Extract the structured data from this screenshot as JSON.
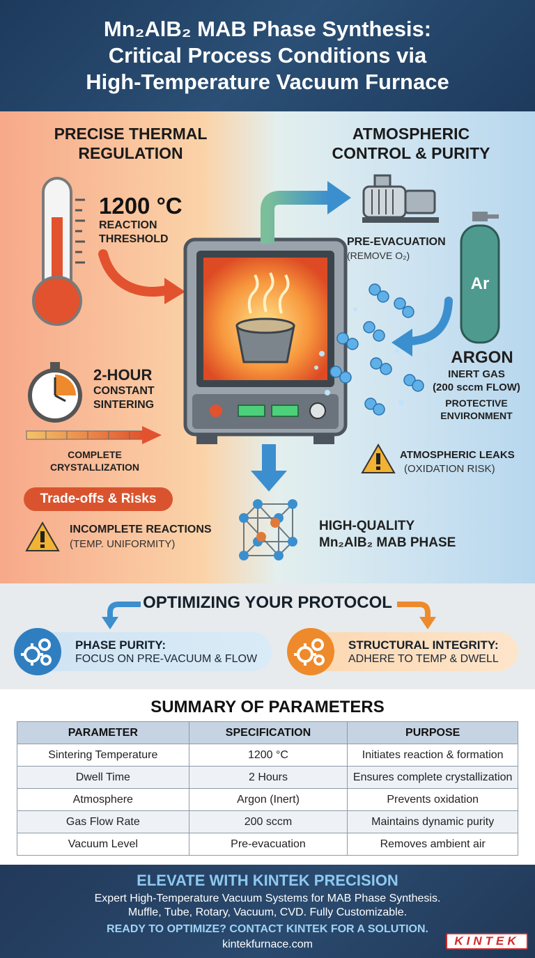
{
  "header": {
    "title_line1": "Mn₂AlB₂ MAB Phase Synthesis:",
    "title_line2": "Critical Process Conditions via",
    "title_line3": "High-Temperature Vacuum Furnace"
  },
  "thermal": {
    "heading_line1": "PRECISE THERMAL",
    "heading_line2": "REGULATION",
    "temperature": "1200 °C",
    "temp_label_line1": "REACTION",
    "temp_label_line2": "THRESHOLD",
    "time_line1": "2-HOUR",
    "time_line2": "CONSTANT",
    "time_line3": "SINTERING",
    "cryst_line1": "COMPLETE",
    "cryst_line2": "CRYSTALLIZATION",
    "tradeoff_badge": "Trade-offs & Risks",
    "risk_title": "INCOMPLETE REACTIONS",
    "risk_sub": "(TEMP. UNIFORMITY)"
  },
  "atmosphere": {
    "heading_line1": "ATMOSPHERIC",
    "heading_line2": "CONTROL & PURITY",
    "pre_evac": "PRE-EVACUATION",
    "pre_evac_sub": "(REMOVE O₂)",
    "cylinder_label": "Ar",
    "argon": "ARGON",
    "argon_line2": "INERT GAS",
    "argon_line3": "(200 sccm FLOW)",
    "protective_line1": "PROTECTIVE",
    "protective_line2": "ENVIRONMENT",
    "leak_title": "ATMOSPHERIC LEAKS",
    "leak_sub": "(OXIDATION RISK)",
    "product_line1": "HIGH-QUALITY",
    "product_line2": "Mn₂AlB₂ MAB PHASE"
  },
  "optimize": {
    "title": "OPTIMIZING YOUR PROTOCOL",
    "left_head": "PHASE PURITY:",
    "left_sub": "FOCUS ON PRE-VACUUM & FLOW",
    "right_head": "STRUCTURAL INTEGRITY:",
    "right_sub": "ADHERE TO TEMP & DWELL"
  },
  "summary": {
    "title": "SUMMARY OF PARAMETERS",
    "headers": [
      "PARAMETER",
      "SPECIFICATION",
      "PURPOSE"
    ],
    "rows": [
      [
        "Sintering Temperature",
        "1200 °C",
        "Initiates reaction & formation"
      ],
      [
        "Dwell Time",
        "2 Hours",
        "Ensures complete crystallization"
      ],
      [
        "Atmosphere",
        "Argon (Inert)",
        "Prevents oxidation"
      ],
      [
        "Gas Flow Rate",
        "200 sccm",
        "Maintains dynamic purity"
      ],
      [
        "Vacuum Level",
        "Pre-evacuation",
        "Removes ambient air"
      ]
    ]
  },
  "footer": {
    "title": "ELEVATE WITH KINTEK PRECISION",
    "line1": "Expert High-Temperature Vacuum Systems for MAB Phase Synthesis.",
    "line2": "Muffle, Tube, Rotary, Vacuum, CVD. Fully Customizable.",
    "cta": "READY TO OPTIMIZE? CONTACT KINTEK FOR A SOLUTION.",
    "url": "kintekfurnace.com",
    "logo": "KINTEK"
  },
  "colors": {
    "header_bg": "#1d3a5c",
    "warm": "#e2522e",
    "cool": "#3b8fce",
    "accent_orange": "#ee8a2c",
    "accent_blue": "#2f7fc0"
  }
}
